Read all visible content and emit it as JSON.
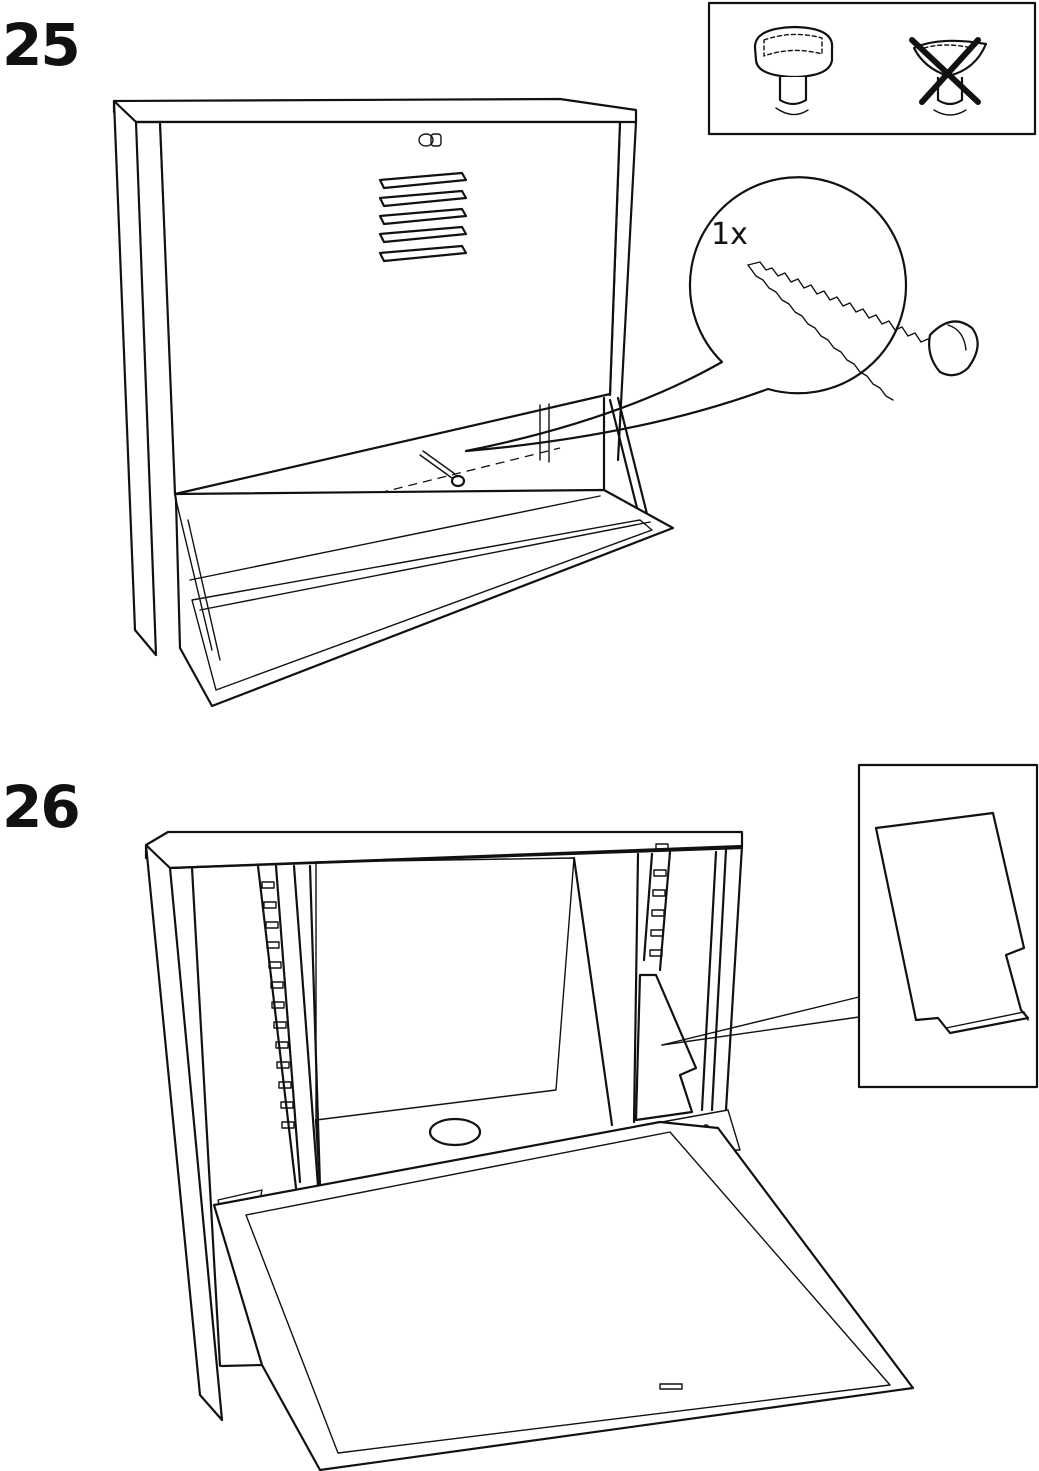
{
  "steps": [
    {
      "number": "25",
      "quantity_label": "1x",
      "part_icon": "screw-icon"
    },
    {
      "number": "26",
      "part_icon": "shelf-insert-icon"
    }
  ],
  "icons": [
    "knob-correct-icon",
    "knob-wrong-icon",
    "screw-icon",
    "shelf-insert-icon"
  ],
  "colors": {
    "ink": "#111111",
    "paper": "#ffffff"
  }
}
